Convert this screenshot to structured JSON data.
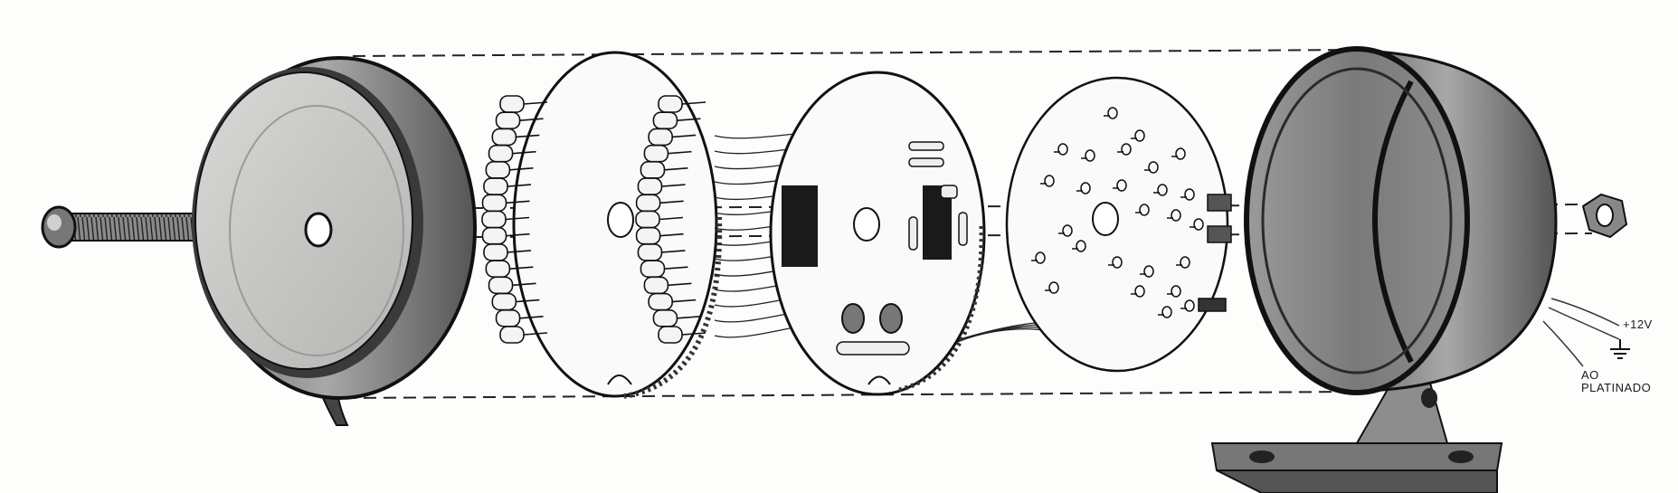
{
  "labels": {
    "plus12v": "+12V",
    "ao": "AO",
    "platinado": "PLATINADO"
  }
}
